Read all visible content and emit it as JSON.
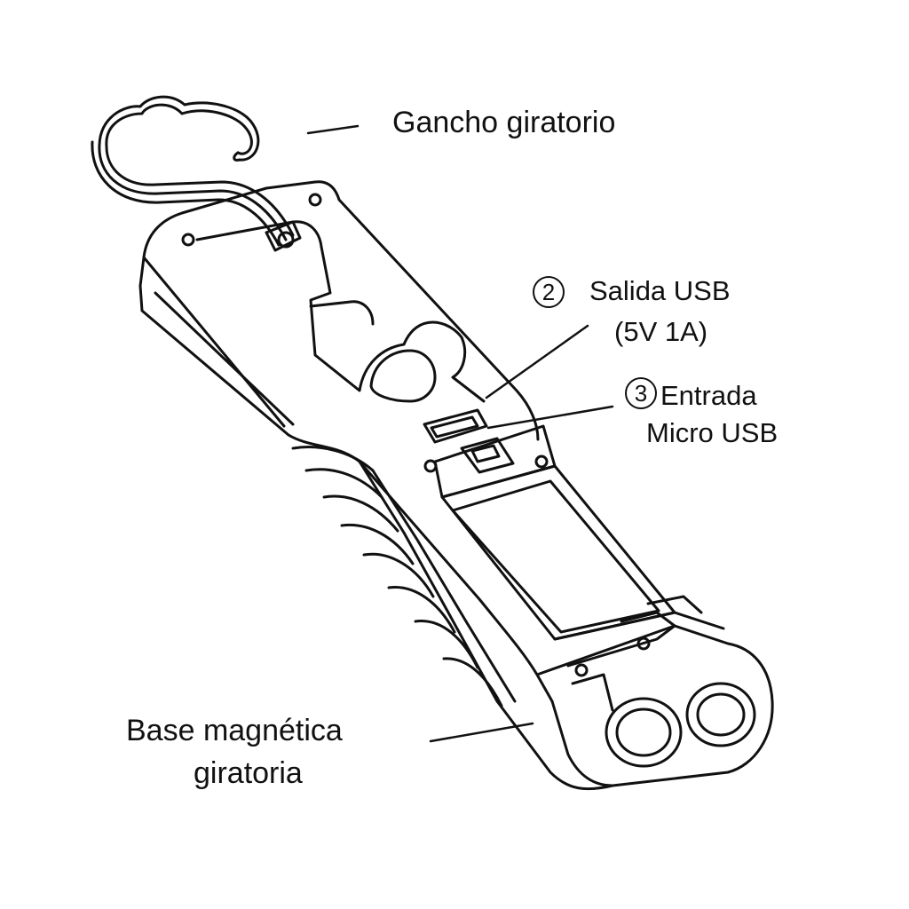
{
  "labels": {
    "hook": "Gancho giratorio",
    "usb_out_number": "2",
    "usb_out_line1": "Salida USB",
    "usb_out_line2": "(5V 1A)",
    "usb_in_number": "3",
    "usb_in_line1": "Entrada",
    "usb_in_line2": "Micro USB",
    "base_line1": "Base magnética",
    "base_line2": "giratoria"
  },
  "colors": {
    "ink": "#111111",
    "background": "#ffffff"
  }
}
